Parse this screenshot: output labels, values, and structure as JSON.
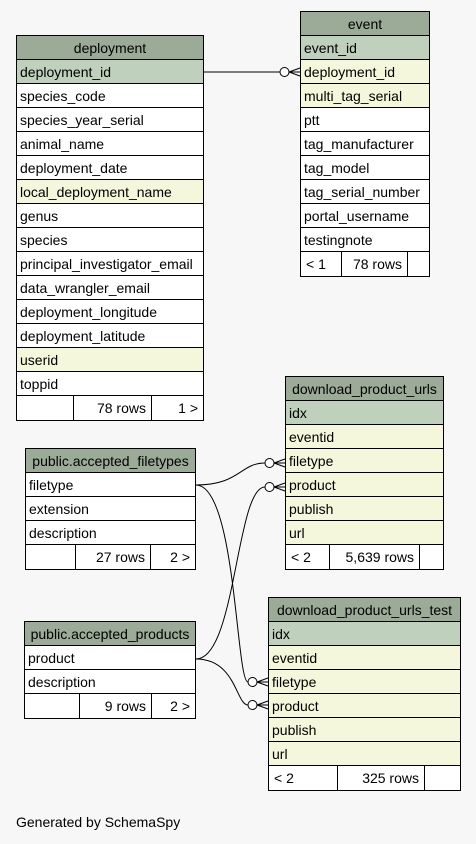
{
  "tables": {
    "deployment": {
      "title": "deployment",
      "rows": [
        "deployment_id",
        "species_code",
        "species_year_serial",
        "animal_name",
        "deployment_date",
        "local_deployment_name",
        "genus",
        "species",
        "principal_investigator_email",
        "data_wrangler_email",
        "deployment_longitude",
        "deployment_latitude",
        "userid",
        "toppid"
      ],
      "footer": [
        "",
        "78 rows",
        "1 >"
      ]
    },
    "event": {
      "title": "event",
      "rows": [
        "event_id",
        "deployment_id",
        "multi_tag_serial",
        "ptt",
        "tag_manufacturer",
        "tag_model",
        "tag_serial_number",
        "portal_username",
        "testingnote"
      ],
      "footer": [
        "< 1",
        "78 rows",
        ""
      ]
    },
    "download_product_urls": {
      "title": "download_product_urls",
      "rows": [
        "idx",
        "eventid",
        "filetype",
        "product",
        "publish",
        "url"
      ],
      "footer": [
        "< 2",
        "5,639 rows",
        ""
      ]
    },
    "accepted_filetypes": {
      "title": "public.accepted_filetypes",
      "rows": [
        "filetype",
        "extension",
        "description"
      ],
      "footer": [
        "",
        "27 rows",
        "2 >"
      ]
    },
    "accepted_products": {
      "title": "public.accepted_products",
      "rows": [
        "product",
        "description"
      ],
      "footer": [
        "",
        "9 rows",
        "2 >"
      ]
    },
    "download_product_urls_test": {
      "title": "download_product_urls_test",
      "rows": [
        "idx",
        "eventid",
        "filetype",
        "product",
        "publish",
        "url"
      ],
      "footer": [
        "< 2",
        "325 rows",
        ""
      ]
    }
  },
  "colors": {
    "header": "#9caa98",
    "primary_key": "#bfd0bc",
    "foreign_key": "#f4f7dc",
    "background": "#f7f7f7"
  },
  "generated_by": "Generated by SchemaSpy"
}
